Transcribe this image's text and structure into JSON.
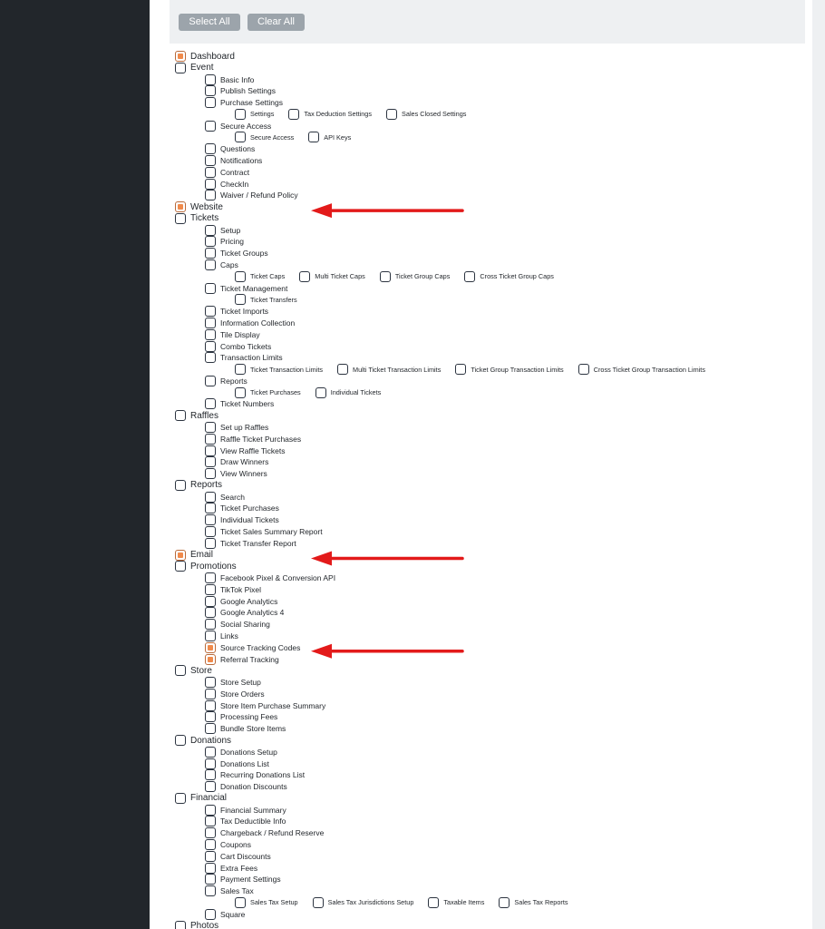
{
  "toolbar": {
    "select_all": "Select All",
    "clear_all": "Clear All"
  },
  "colors": {
    "sidebar": "#22262b",
    "accent_checked": "#f08a4b",
    "arrow": "#e31a1a",
    "button": "#9ca4ab"
  },
  "tree": [
    {
      "label": "Dashboard",
      "level": 1,
      "checked": true
    },
    {
      "label": "Event",
      "level": 1,
      "checked": false
    },
    {
      "label": "Basic Info",
      "level": 2,
      "checked": false
    },
    {
      "label": "Publish Settings",
      "level": 2,
      "checked": false
    },
    {
      "label": "Purchase Settings",
      "level": 2,
      "checked": false
    },
    {
      "level": 3,
      "items": [
        {
          "label": "Settings",
          "checked": false
        },
        {
          "label": "Tax Deduction Settings",
          "checked": false
        },
        {
          "label": "Sales Closed Settings",
          "checked": false
        }
      ]
    },
    {
      "label": "Secure Access",
      "level": 2,
      "checked": false
    },
    {
      "level": 3,
      "items": [
        {
          "label": "Secure Access",
          "checked": false
        },
        {
          "label": "API Keys",
          "checked": false
        }
      ]
    },
    {
      "label": "Questions",
      "level": 2,
      "checked": false
    },
    {
      "label": "Notifications",
      "level": 2,
      "checked": false
    },
    {
      "label": "Contract",
      "level": 2,
      "checked": false
    },
    {
      "label": "CheckIn",
      "level": 2,
      "checked": false
    },
    {
      "label": "Waiver / Refund Policy",
      "level": 2,
      "checked": false
    },
    {
      "label": "Website",
      "level": 1,
      "checked": true,
      "arrow": true
    },
    {
      "label": "Tickets",
      "level": 1,
      "checked": false
    },
    {
      "label": "Setup",
      "level": 2,
      "checked": false
    },
    {
      "label": "Pricing",
      "level": 2,
      "checked": false
    },
    {
      "label": "Ticket Groups",
      "level": 2,
      "checked": false
    },
    {
      "label": "Caps",
      "level": 2,
      "checked": false
    },
    {
      "level": 3,
      "items": [
        {
          "label": "Ticket Caps",
          "checked": false
        },
        {
          "label": "Multi Ticket Caps",
          "checked": false
        },
        {
          "label": "Ticket Group Caps",
          "checked": false
        },
        {
          "label": "Cross Ticket Group Caps",
          "checked": false
        }
      ]
    },
    {
      "label": "Ticket Management",
      "level": 2,
      "checked": false
    },
    {
      "level": 3,
      "items": [
        {
          "label": "Ticket Transfers",
          "checked": false
        }
      ]
    },
    {
      "label": "Ticket Imports",
      "level": 2,
      "checked": false
    },
    {
      "label": "Information Collection",
      "level": 2,
      "checked": false
    },
    {
      "label": "Tile Display",
      "level": 2,
      "checked": false
    },
    {
      "label": "Combo Tickets",
      "level": 2,
      "checked": false
    },
    {
      "label": "Transaction Limits",
      "level": 2,
      "checked": false
    },
    {
      "level": 3,
      "items": [
        {
          "label": "Ticket Transaction Limits",
          "checked": false
        },
        {
          "label": "Multi Ticket Transaction Limits",
          "checked": false
        },
        {
          "label": "Ticket Group Transaction Limits",
          "checked": false
        },
        {
          "label": "Cross Ticket Group Transaction Limits",
          "checked": false
        }
      ]
    },
    {
      "label": "Reports",
      "level": 2,
      "checked": false
    },
    {
      "level": 3,
      "items": [
        {
          "label": "Ticket Purchases",
          "checked": false
        },
        {
          "label": "Individual Tickets",
          "checked": false
        }
      ]
    },
    {
      "label": "Ticket Numbers",
      "level": 2,
      "checked": false
    },
    {
      "label": "Raffles",
      "level": 1,
      "checked": false
    },
    {
      "label": "Set up Raffles",
      "level": 2,
      "checked": false
    },
    {
      "label": "Raffle Ticket Purchases",
      "level": 2,
      "checked": false
    },
    {
      "label": "View Raffle Tickets",
      "level": 2,
      "checked": false
    },
    {
      "label": "Draw Winners",
      "level": 2,
      "checked": false
    },
    {
      "label": "View Winners",
      "level": 2,
      "checked": false
    },
    {
      "label": "Reports",
      "level": 1,
      "checked": false
    },
    {
      "label": "Search",
      "level": 2,
      "checked": false
    },
    {
      "label": "Ticket Purchases",
      "level": 2,
      "checked": false
    },
    {
      "label": "Individual Tickets",
      "level": 2,
      "checked": false
    },
    {
      "label": "Ticket Sales Summary Report",
      "level": 2,
      "checked": false
    },
    {
      "label": "Ticket Transfer Report",
      "level": 2,
      "checked": false
    },
    {
      "label": "Email",
      "level": 1,
      "checked": true,
      "arrow": true
    },
    {
      "label": "Promotions",
      "level": 1,
      "checked": false
    },
    {
      "label": "Facebook Pixel & Conversion API",
      "level": 2,
      "checked": false
    },
    {
      "label": "TikTok Pixel",
      "level": 2,
      "checked": false
    },
    {
      "label": "Google Analytics",
      "level": 2,
      "checked": false
    },
    {
      "label": "Google Analytics 4",
      "level": 2,
      "checked": false
    },
    {
      "label": "Social Sharing",
      "level": 2,
      "checked": false
    },
    {
      "label": "Links",
      "level": 2,
      "checked": false
    },
    {
      "label": "Source Tracking Codes",
      "level": 2,
      "checked": true,
      "arrow": true
    },
    {
      "label": "Referral Tracking",
      "level": 2,
      "checked": true
    },
    {
      "label": "Store",
      "level": 1,
      "checked": false
    },
    {
      "label": "Store Setup",
      "level": 2,
      "checked": false
    },
    {
      "label": "Store Orders",
      "level": 2,
      "checked": false
    },
    {
      "label": "Store Item Purchase Summary",
      "level": 2,
      "checked": false
    },
    {
      "label": "Processing Fees",
      "level": 2,
      "checked": false
    },
    {
      "label": "Bundle Store Items",
      "level": 2,
      "checked": false
    },
    {
      "label": "Donations",
      "level": 1,
      "checked": false
    },
    {
      "label": "Donations Setup",
      "level": 2,
      "checked": false
    },
    {
      "label": "Donations List",
      "level": 2,
      "checked": false
    },
    {
      "label": "Recurring Donations List",
      "level": 2,
      "checked": false
    },
    {
      "label": "Donation Discounts",
      "level": 2,
      "checked": false
    },
    {
      "label": "Financial",
      "level": 1,
      "checked": false
    },
    {
      "label": "Financial Summary",
      "level": 2,
      "checked": false
    },
    {
      "label": "Tax Deductible Info",
      "level": 2,
      "checked": false
    },
    {
      "label": "Chargeback / Refund Reserve",
      "level": 2,
      "checked": false
    },
    {
      "label": "Coupons",
      "level": 2,
      "checked": false
    },
    {
      "label": "Cart Discounts",
      "level": 2,
      "checked": false
    },
    {
      "label": "Extra Fees",
      "level": 2,
      "checked": false
    },
    {
      "label": "Payment Settings",
      "level": 2,
      "checked": false
    },
    {
      "label": "Sales Tax",
      "level": 2,
      "checked": false
    },
    {
      "level": 3,
      "items": [
        {
          "label": "Sales Tax Setup",
          "checked": false
        },
        {
          "label": "Sales Tax Jurisdictions Setup",
          "checked": false
        },
        {
          "label": "Taxable Items",
          "checked": false
        },
        {
          "label": "Sales Tax Reports",
          "checked": false
        }
      ]
    },
    {
      "label": "Square",
      "level": 2,
      "checked": false
    },
    {
      "label": "Photos",
      "level": 1,
      "checked": false
    }
  ]
}
